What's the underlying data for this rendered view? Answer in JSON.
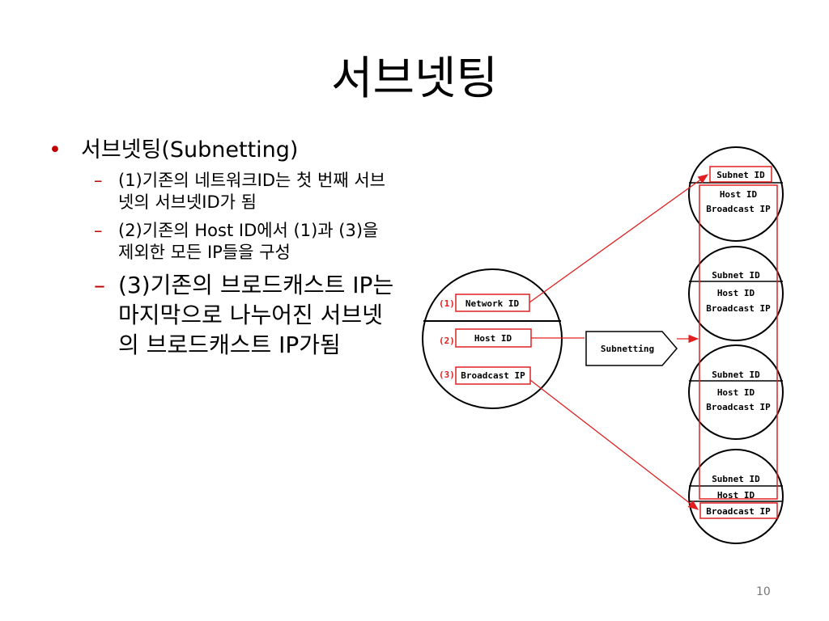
{
  "slide": {
    "title": "서브넷팅",
    "page_number": "10",
    "bullet": "서브넷팅(Subnetting)",
    "sub_bullets": [
      "(1)기존의 네트워크ID는 첫 번째 서브넷의 서브넷ID가 됨",
      "(2)기존의 Host ID에서 (1)과 (3)을 제외한 모든 IP들을 구성",
      "(3)기존의 브로드캐스트 IP는 마지막으로 나누어진 서브넷의 브로드캐스트 IP가됨"
    ],
    "dash": "–",
    "bullet_mark": "•"
  },
  "diagram": {
    "left_circle": {
      "rows": [
        {
          "num": "(1)",
          "label": "Network ID"
        },
        {
          "num": "(2)",
          "label": "Host ID"
        },
        {
          "num": "(3)",
          "label": "Broadcast IP"
        }
      ]
    },
    "arrow_label": "Subnetting",
    "subnets": [
      {
        "subnet": "Subnet ID",
        "host": "Host ID",
        "broadcast": "Broadcast IP"
      },
      {
        "subnet": "Subnet ID",
        "host": "Host ID",
        "broadcast": "Broadcast IP"
      },
      {
        "subnet": "Subnet ID",
        "host": "Host ID",
        "broadcast": "Broadcast IP"
      },
      {
        "subnet": "Subnet ID",
        "host": "Host ID",
        "broadcast": "Broadcast IP"
      }
    ],
    "colors": {
      "accent": "#e02020",
      "line": "#000000"
    }
  }
}
